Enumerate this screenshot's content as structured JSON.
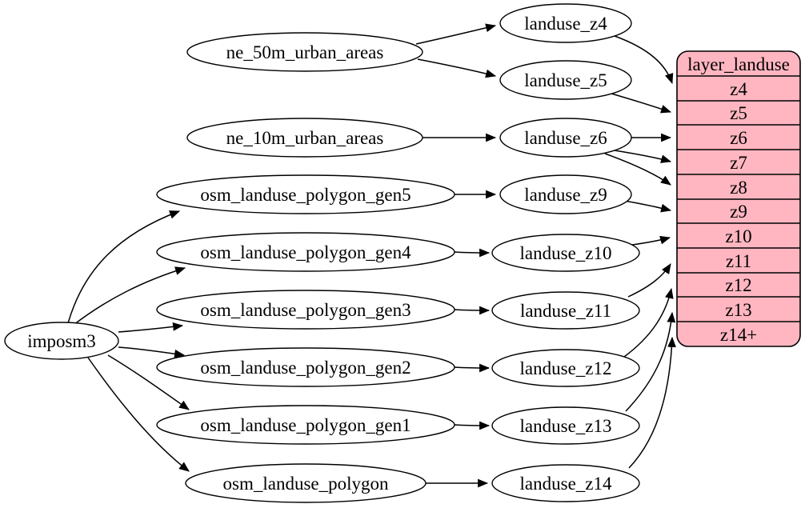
{
  "nodes": {
    "imposm3": "imposm3",
    "ne_50m_urban_areas": "ne_50m_urban_areas",
    "ne_10m_urban_areas": "ne_10m_urban_areas",
    "osm_landuse_polygon_gen5": "osm_landuse_polygon_gen5",
    "osm_landuse_polygon_gen4": "osm_landuse_polygon_gen4",
    "osm_landuse_polygon_gen3": "osm_landuse_polygon_gen3",
    "osm_landuse_polygon_gen2": "osm_landuse_polygon_gen2",
    "osm_landuse_polygon_gen1": "osm_landuse_polygon_gen1",
    "osm_landuse_polygon": "osm_landuse_polygon",
    "landuse_z4": "landuse_z4",
    "landuse_z5": "landuse_z5",
    "landuse_z6": "landuse_z6",
    "landuse_z9": "landuse_z9",
    "landuse_z10": "landuse_z10",
    "landuse_z11": "landuse_z11",
    "landuse_z12": "landuse_z12",
    "landuse_z13": "landuse_z13",
    "landuse_z14": "landuse_z14"
  },
  "record": {
    "title": "layer_landuse",
    "rows": [
      "z4",
      "z5",
      "z6",
      "z7",
      "z8",
      "z9",
      "z10",
      "z11",
      "z12",
      "z13",
      "z14+"
    ],
    "fill_color": "#ffb6c1"
  },
  "colors": {
    "background": "#ffffff",
    "node_fill": "#ffffff",
    "stroke": "#000000",
    "record_fill": "#ffb6c1"
  },
  "edges": [
    {
      "from": "imposm3",
      "to": "osm_landuse_polygon_gen5"
    },
    {
      "from": "imposm3",
      "to": "osm_landuse_polygon_gen4"
    },
    {
      "from": "imposm3",
      "to": "osm_landuse_polygon_gen3"
    },
    {
      "from": "imposm3",
      "to": "osm_landuse_polygon_gen2"
    },
    {
      "from": "imposm3",
      "to": "osm_landuse_polygon_gen1"
    },
    {
      "from": "imposm3",
      "to": "osm_landuse_polygon"
    },
    {
      "from": "ne_50m_urban_areas",
      "to": "landuse_z4"
    },
    {
      "from": "ne_50m_urban_areas",
      "to": "landuse_z5"
    },
    {
      "from": "ne_10m_urban_areas",
      "to": "landuse_z6"
    },
    {
      "from": "osm_landuse_polygon_gen5",
      "to": "landuse_z9"
    },
    {
      "from": "osm_landuse_polygon_gen4",
      "to": "landuse_z10"
    },
    {
      "from": "osm_landuse_polygon_gen3",
      "to": "landuse_z11"
    },
    {
      "from": "osm_landuse_polygon_gen2",
      "to": "landuse_z12"
    },
    {
      "from": "osm_landuse_polygon_gen1",
      "to": "landuse_z13"
    },
    {
      "from": "osm_landuse_polygon",
      "to": "landuse_z14"
    },
    {
      "from": "landuse_z4",
      "to": "layer_landuse",
      "port": "z4"
    },
    {
      "from": "landuse_z5",
      "to": "layer_landuse",
      "port": "z5"
    },
    {
      "from": "landuse_z6",
      "to": "layer_landuse",
      "port": "z6"
    },
    {
      "from": "landuse_z6",
      "to": "layer_landuse",
      "port": "z7"
    },
    {
      "from": "landuse_z6",
      "to": "layer_landuse",
      "port": "z8"
    },
    {
      "from": "landuse_z9",
      "to": "layer_landuse",
      "port": "z9"
    },
    {
      "from": "landuse_z10",
      "to": "layer_landuse",
      "port": "z10"
    },
    {
      "from": "landuse_z11",
      "to": "layer_landuse",
      "port": "z11"
    },
    {
      "from": "landuse_z12",
      "to": "layer_landuse",
      "port": "z12"
    },
    {
      "from": "landuse_z13",
      "to": "layer_landuse",
      "port": "z13"
    },
    {
      "from": "landuse_z14",
      "to": "layer_landuse",
      "port": "z14+"
    }
  ]
}
